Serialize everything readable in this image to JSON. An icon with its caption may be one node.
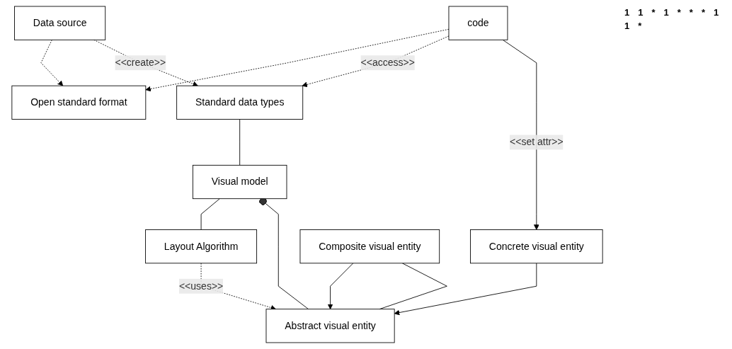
{
  "diagram": {
    "nodes": [
      {
        "text": [
          "Data source"
        ]
      },
      {
        "text": [
          "Visual model"
        ]
      },
      {
        "text": [
          "Layout Algorithm"
        ]
      },
      {
        "text": [
          "Open standard format"
        ]
      },
      {
        "text": [
          "Standard data types"
        ]
      },
      {
        "text": [
          "Abstract visual entity"
        ]
      },
      {
        "text": [
          "code"
        ]
      },
      {
        "text": [
          "Concrete visual entity"
        ]
      },
      {
        "text": [
          "Composite visual entity"
        ]
      }
    ],
    "edges": [
      {
        "from": 0,
        "to": 3,
        "arrow": "to",
        "style": "dashed"
      },
      {
        "from": 0,
        "to": 4,
        "arrow": "to",
        "style": "dashed",
        "label": "<<create>>"
      },
      {
        "from": 4,
        "to": 1,
        "arrow": "none"
      },
      {
        "from": 1,
        "to": 2,
        "arrow": "none"
      },
      {
        "from": 1,
        "to": 5,
        "arrow": "other"
      },
      {
        "from": 2,
        "to": 5,
        "arrow": "to",
        "style": "dashed",
        "label": "<<uses>>"
      },
      {
        "from": 6,
        "to": 3,
        "arrow": "to",
        "style": "dashed"
      },
      {
        "from": 6,
        "to": 4,
        "arrow": "to",
        "style": "dashed",
        "label": "<<access>>"
      },
      {
        "from": 6,
        "to": 7,
        "arrow": "to",
        "label": "<<set attr>>"
      },
      {
        "from": 7,
        "to": 5,
        "arrow": "to"
      },
      {
        "from": 8,
        "to": 5,
        "arrow": "to"
      },
      {
        "from": 8,
        "to": 5,
        "arrow": "none"
      }
    ],
    "labels": [
      "1",
      "1",
      "*",
      "1",
      "*",
      "*",
      "*",
      "1",
      "1",
      "*"
    ]
  }
}
